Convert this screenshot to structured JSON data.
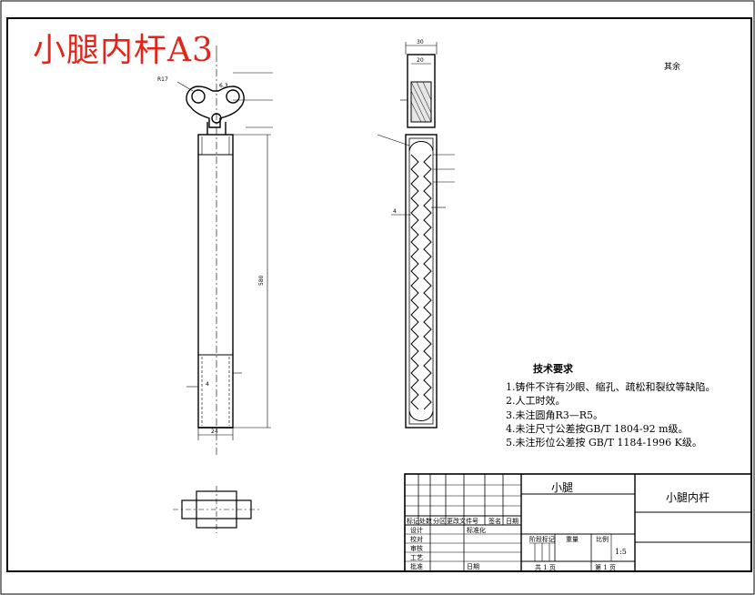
{
  "overlay_title": "小腿内杆A3",
  "roughness_note": "其余",
  "tech_requirements": {
    "heading": "技术要求",
    "items": [
      "1.铸件不许有沙眼、缩孔、疏松和裂纹等缺陷。",
      "2.人工时效。",
      "3.未注圆角R3—R5。",
      "4.未注尺寸公差按GB/T 1804-92 m级。",
      "5.未注形位公差按 GB/T 1184-1996 K级。"
    ]
  },
  "title_block": {
    "material": "小腿",
    "part_name": "小腿内杆",
    "scale": "1:5",
    "sheet_total": "共 1 页",
    "sheet_no": "第 1 页",
    "labels": {
      "mark": "标记",
      "count": "处数",
      "zone": "分区",
      "change_doc": "更改文件号",
      "sign": "签名",
      "date": "日期",
      "design": "设计",
      "standardize": "标准化",
      "proofread": "校对",
      "review": "审核",
      "process": "工艺",
      "approve": "批准",
      "stage_mark": "阶段标记",
      "weight": "重量",
      "ratio": "比例"
    }
  },
  "dimensions": {
    "front_width": "24",
    "side_width_outer": "30",
    "side_width_inner": "20",
    "length": "580",
    "wall": "4",
    "radius": "R17",
    "chamfer": "6.3"
  }
}
